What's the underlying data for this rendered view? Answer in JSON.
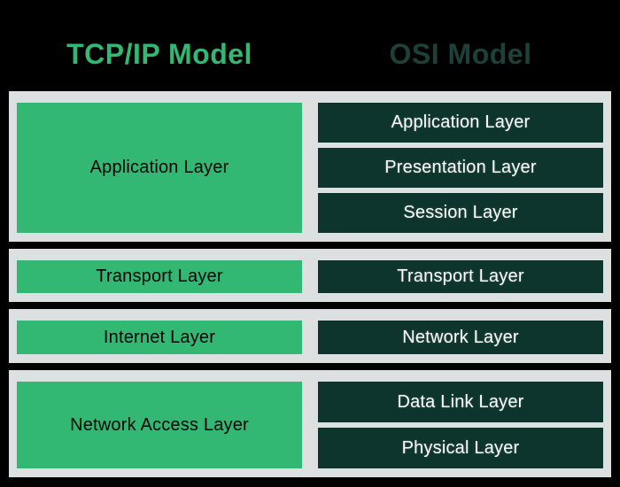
{
  "colors": {
    "background": "#000000",
    "panel": "#dde0e0",
    "green": "#33b874",
    "dark": "#0d352d",
    "header_dark": "#1d4038"
  },
  "headers": {
    "left": "TCP/IP Model",
    "right": "OSI Model"
  },
  "rows": [
    {
      "tcpip": "Application Layer",
      "osi": [
        "Application Layer",
        "Presentation Layer",
        "Session Layer"
      ]
    },
    {
      "tcpip": "Transport Layer",
      "osi": [
        "Transport Layer"
      ]
    },
    {
      "tcpip": "Internet Layer",
      "osi": [
        "Network Layer"
      ]
    },
    {
      "tcpip": "Network Access Layer",
      "osi": [
        "Data Link Layer",
        "Physical Layer"
      ]
    }
  ]
}
